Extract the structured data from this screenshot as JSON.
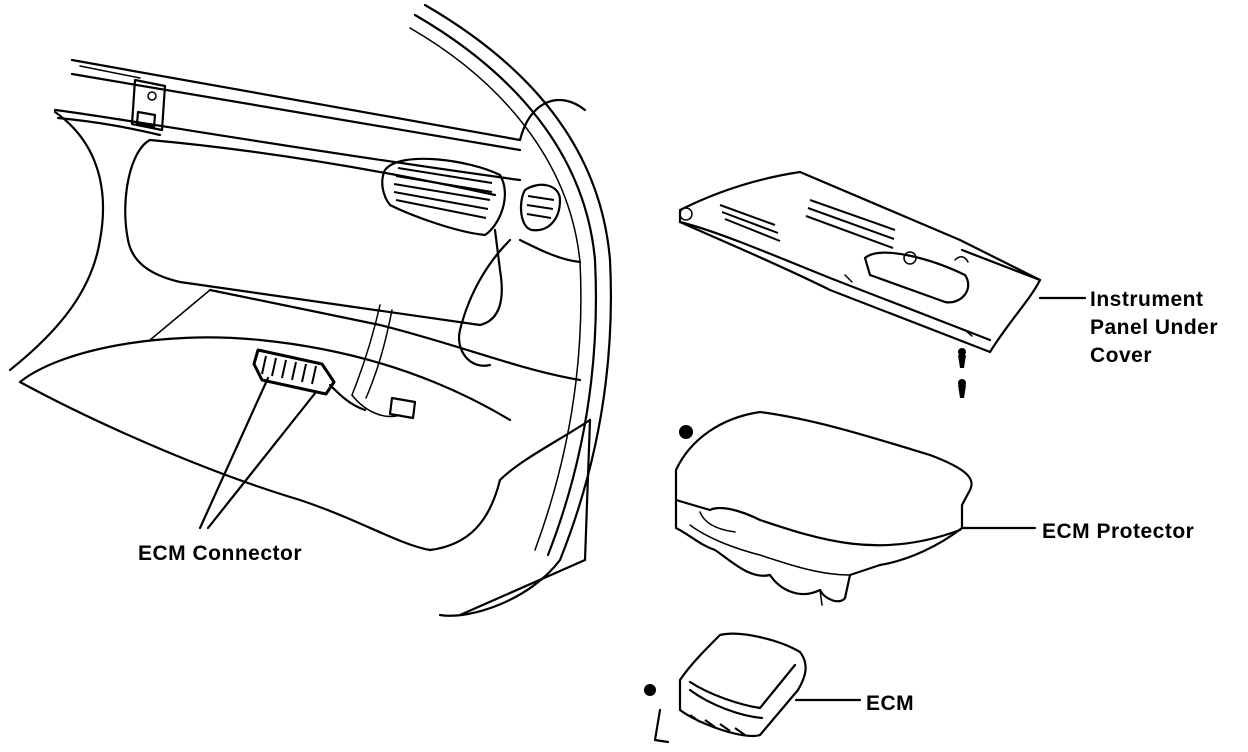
{
  "labels": {
    "ecm_connector": "ECM Connector",
    "instrument_panel_line1": "Instrument",
    "instrument_panel_line2": "Panel Under",
    "instrument_panel_line3": "Cover",
    "ecm_protector": "ECM Protector",
    "ecm": "ECM"
  },
  "colors": {
    "line": "#000000",
    "background": "#ffffff"
  }
}
